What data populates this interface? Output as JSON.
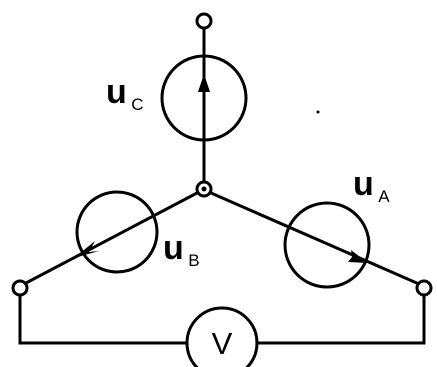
{
  "labels": {
    "uc_main": "u",
    "uc_sub": "C",
    "ua_main": "u",
    "ua_sub": "A",
    "ub_main": "u",
    "ub_sub": "B"
  },
  "meter": {
    "symbol": "V"
  },
  "colors": {
    "stroke": "#000000",
    "background": "#ffffff"
  }
}
